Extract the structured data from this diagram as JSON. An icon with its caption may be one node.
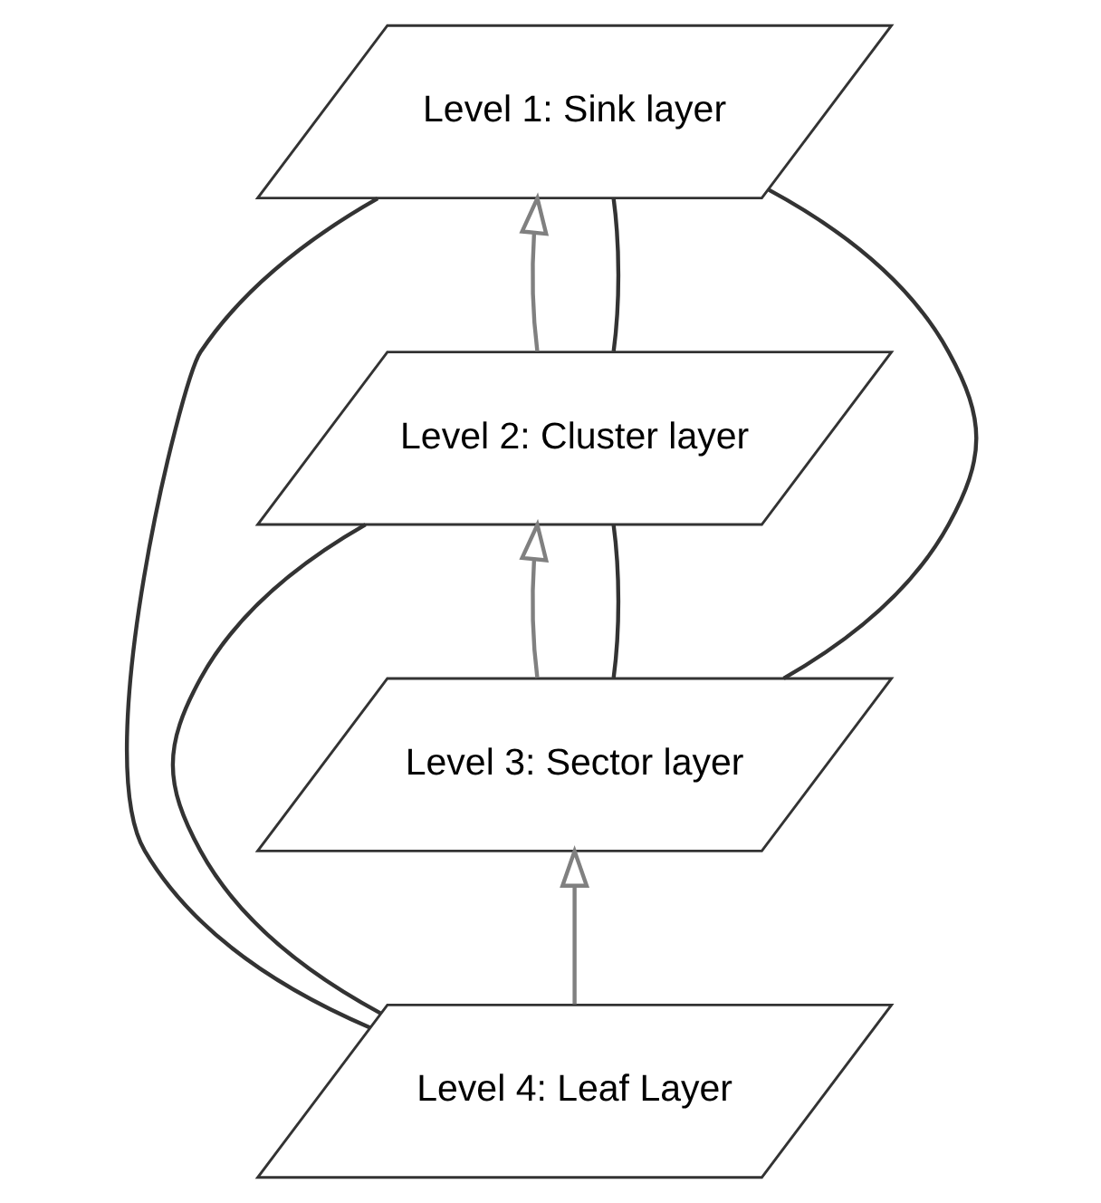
{
  "diagram": {
    "nodes": [
      {
        "text": [
          "Level 1: Sink layer"
        ]
      },
      {
        "text": [
          "Level 2: Cluster layer"
        ]
      },
      {
        "text": [
          "Level 3: Sector layer"
        ]
      },
      {
        "text": [
          "Level 4: Leaf Layer"
        ]
      }
    ],
    "edges": [
      {
        "from": 3,
        "to": 2,
        "arrow": "to",
        "color": "#808080"
      },
      {
        "from": 2,
        "to": 1,
        "arrow": "to",
        "color": "#808080"
      },
      {
        "from": 1,
        "to": 0,
        "arrow": "to",
        "color": "#808080"
      },
      {
        "from": 0,
        "to": 1,
        "arrow": "none"
      },
      {
        "from": 0,
        "to": 2,
        "arrow": "none"
      },
      {
        "from": 0,
        "to": 3,
        "arrow": "none"
      },
      {
        "from": 1,
        "to": 2,
        "arrow": "none"
      },
      {
        "from": 1,
        "to": 3,
        "arrow": "none"
      }
    ]
  }
}
